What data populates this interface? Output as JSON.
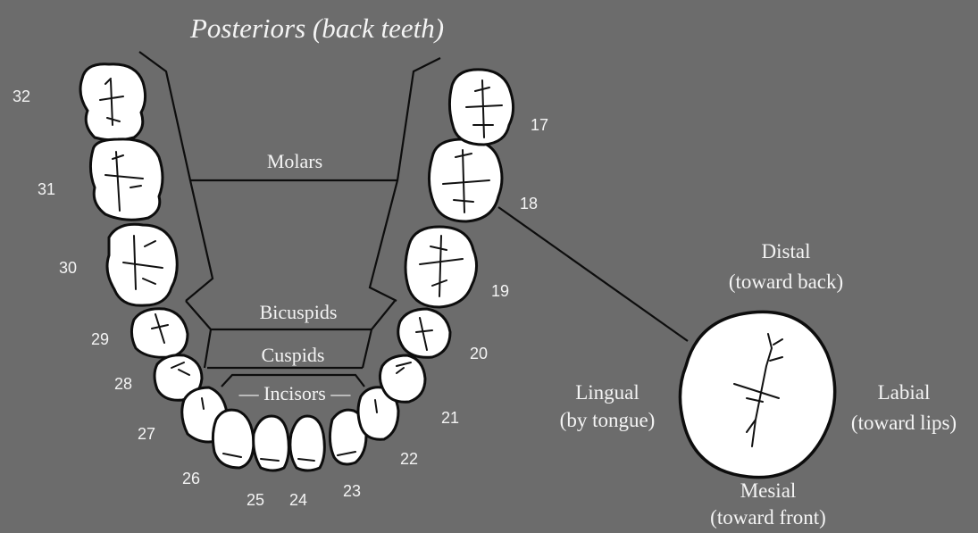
{
  "title": "Posteriors (back teeth)",
  "groups": {
    "molars": "Molars",
    "bicuspids": "Bicuspids",
    "cuspids": "Cuspids",
    "incisors": "Incisors"
  },
  "tooth_numbers": {
    "t17": "17",
    "t18": "18",
    "t19": "19",
    "t20": "20",
    "t21": "21",
    "t22": "22",
    "t23": "23",
    "t24": "24",
    "t25": "25",
    "t26": "26",
    "t27": "27",
    "t28": "28",
    "t29": "29",
    "t30": "30",
    "t31": "31",
    "t32": "32"
  },
  "surfaces": {
    "distal": "Distal",
    "distal_sub": "(toward back)",
    "mesial": "Mesial",
    "mesial_sub": "(toward front)",
    "lingual": "Lingual",
    "lingual_sub": "(by tongue)",
    "labial": "Labial",
    "labial_sub": "(toward lips)"
  },
  "colors": {
    "background": "#6c6c6c",
    "tooth": "#ffffff",
    "outline": "#0d0d0d",
    "text": "#f4f4f4"
  }
}
